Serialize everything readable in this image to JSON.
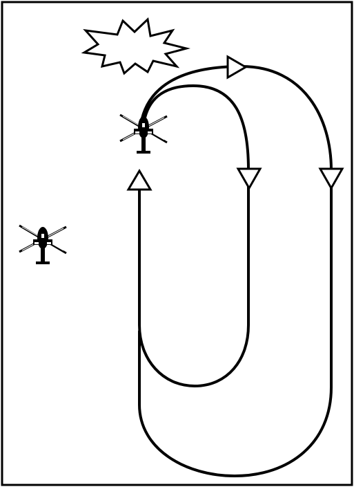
{
  "diagram": {
    "type": "flight-pattern",
    "elements": [
      {
        "kind": "helicopter-icon",
        "role": "lead aircraft on pattern"
      },
      {
        "kind": "helicopter-icon",
        "role": "wingman / holding aircraft"
      },
      {
        "kind": "explosion-icon",
        "role": "target / impact burst"
      },
      {
        "kind": "flight-path",
        "role": "inner racetrack loop"
      },
      {
        "kind": "flight-path",
        "role": "outer racetrack loop"
      }
    ],
    "colors": {
      "background": "#ffffff",
      "line": "#000000",
      "fill": "#ffffff"
    }
  }
}
